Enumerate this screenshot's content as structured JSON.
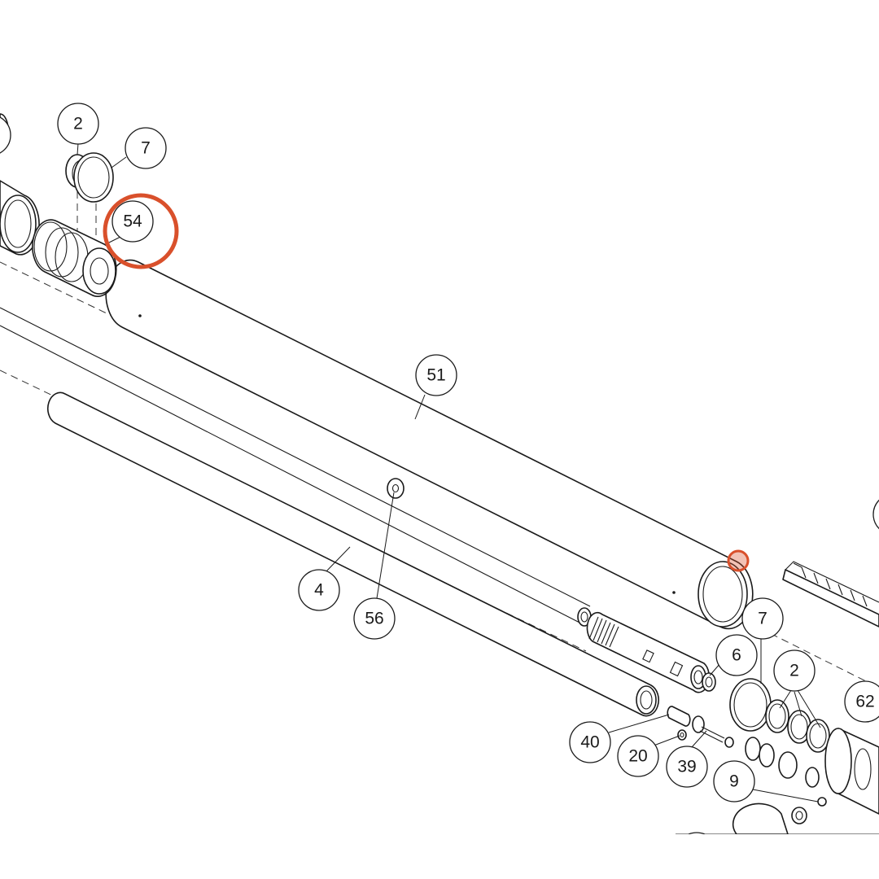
{
  "diagram": {
    "callouts": [
      {
        "id": "c2a",
        "label": "2"
      },
      {
        "id": "c7a",
        "label": "7"
      },
      {
        "id": "c54",
        "label": "54"
      },
      {
        "id": "c51",
        "label": "51"
      },
      {
        "id": "c4",
        "label": "4"
      },
      {
        "id": "c56",
        "label": "56"
      },
      {
        "id": "c7b",
        "label": "7"
      },
      {
        "id": "c6",
        "label": "6"
      },
      {
        "id": "c2b",
        "label": "2"
      },
      {
        "id": "c62",
        "label": "62"
      },
      {
        "id": "c40",
        "label": "40"
      },
      {
        "id": "c20",
        "label": "20"
      },
      {
        "id": "c39",
        "label": "39"
      },
      {
        "id": "c9",
        "label": "9"
      }
    ],
    "highlight_color": "#d9502b",
    "highlighted_part": "54"
  }
}
